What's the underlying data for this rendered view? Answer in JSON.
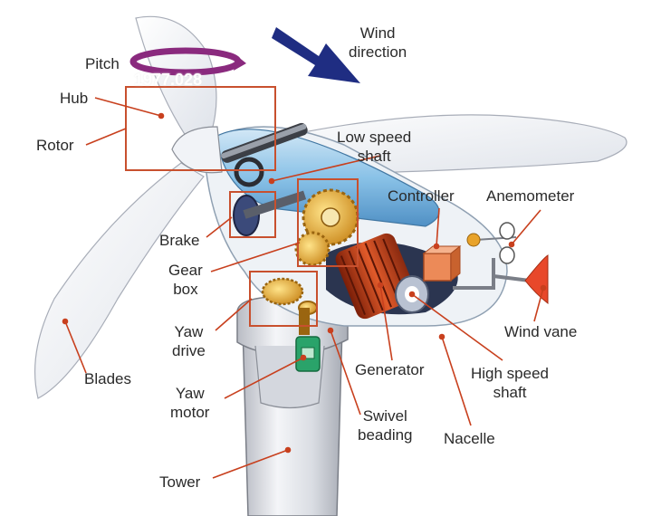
{
  "watermark": "1977.028",
  "labels": {
    "pitch": "Pitch",
    "hub": "Hub",
    "rotor": "Rotor",
    "wind_direction": [
      "Wind",
      "direction"
    ],
    "low_speed_shaft": [
      "Low speed",
      "shaft"
    ],
    "controller": "Controller",
    "anemometer": "Anemometer",
    "brake": "Brake",
    "gear_box": [
      "Gear",
      "box"
    ],
    "wind_vane": "Wind vane",
    "yaw_drive": [
      "Yaw",
      "drive"
    ],
    "generator": "Generator",
    "high_speed_shaft": [
      "High speed",
      "shaft"
    ],
    "blades": "Blades",
    "yaw_motor": [
      "Yaw",
      "motor"
    ],
    "swivel_beading": [
      "Swivel",
      "beading"
    ],
    "nacelle": "Nacelle",
    "tower": "Tower"
  },
  "colors": {
    "leader_line": "#c8401e",
    "highlight_box": "#c8502e",
    "wind_arrow": "#1f2d82",
    "pitch_arrow": "#8a2a7e",
    "gear": "#e0a52a",
    "generator": "#c8401e",
    "controller": "#e87a4a",
    "yaw_motor": "#2aa36a",
    "nacelle": "#7ab8e0"
  }
}
